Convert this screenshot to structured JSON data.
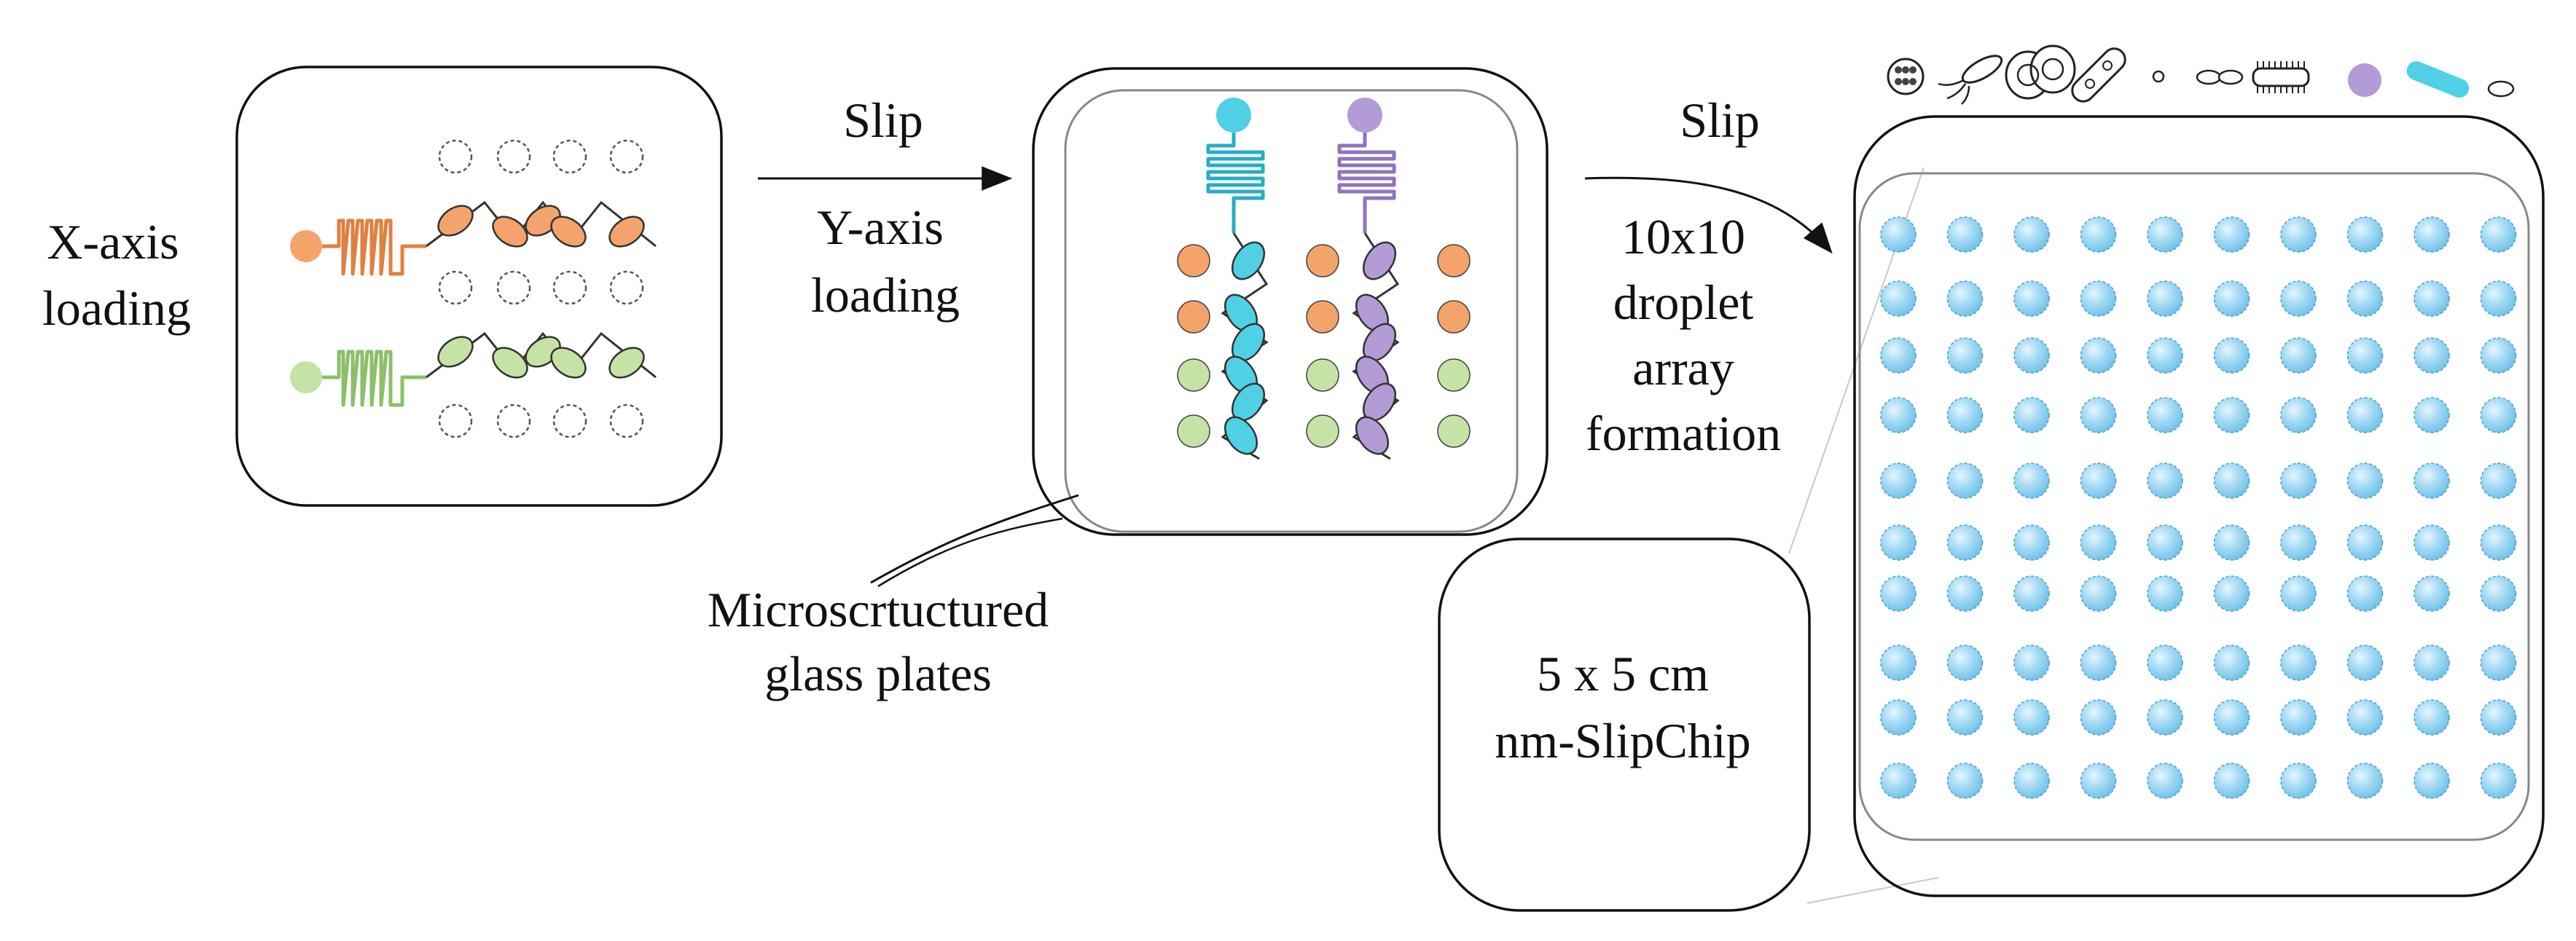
{
  "labels": {
    "x_axis_loading": [
      "X-axis",
      "loading"
    ],
    "slip_1": "Slip",
    "y_axis_loading": [
      "Y-axis",
      "loading"
    ],
    "slip_2": "Slip",
    "array_formation": [
      "10x10",
      "droplet",
      "array",
      "formation"
    ],
    "glass_plates": [
      "Microscrtuctured",
      "glass plates"
    ],
    "chip_size": [
      "5 x 5 cm",
      "nm-SlipChip"
    ]
  },
  "colors": {
    "orange": "#f4a36b",
    "orange_stroke": "#e08040",
    "green": "#c6e3a6",
    "green_stroke": "#8dbf6a",
    "cyan": "#4fd0e4",
    "cyan_stroke": "#26aec6",
    "purple": "#b39bd6",
    "purple_stroke": "#8e74bd",
    "droplet": "#8fd3f2",
    "droplet_stroke": "#5aa6d0"
  },
  "droplet_grid": {
    "rows": 10,
    "cols": 10
  },
  "organism_icons": [
    "virus-icon",
    "bacterium-flagella-icon",
    "dividing-cell-icon",
    "rod-bacterium-icon",
    "small-dot-icon",
    "diplococcus-icon",
    "ciliate-icon",
    "purple-sphere-icon",
    "cyan-rod-icon",
    "small-oval-icon"
  ]
}
